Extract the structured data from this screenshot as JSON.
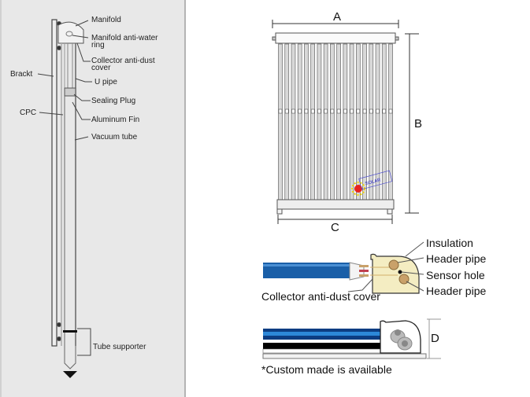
{
  "title": "Vacuum tube solar collector technical diagram",
  "left_panel": {
    "labels": {
      "manifold": "Manifold",
      "manifold_anti_water_ring": "Manifold anti-water\nring",
      "collector_anti_dust_cover": "Collector anti-dust\ncover",
      "bracket": "Brackt",
      "u_pipe": "U pipe",
      "sealing_plug": "Sealing Plug",
      "cpc": "CPC",
      "aluminum_fin": "Aluminum Fin",
      "vacuum_tube": "Vacuum tube",
      "tube_supporter": "Tube supporter"
    }
  },
  "collector_view": {
    "dimension_labels": {
      "width_top": "A",
      "height": "B",
      "width_bottom": "C"
    },
    "tube_count": 18,
    "watermark_icon": "sun-logo-icon"
  },
  "header_detail": {
    "labels": {
      "insulation": "Insulation",
      "header_pipe_1": "Header pipe",
      "sensor_hole": "Sensor hole",
      "header_pipe_2": "Header pipe",
      "collector_anti_dust_cover": "Collector anti-dust cover"
    },
    "colors": {
      "tube_blue": "#1a5fa8",
      "insulation": "#f4edc2",
      "pipe": "#c9a16a"
    }
  },
  "section_detail": {
    "dimension_label": "D",
    "note": "*Custom made is available"
  }
}
